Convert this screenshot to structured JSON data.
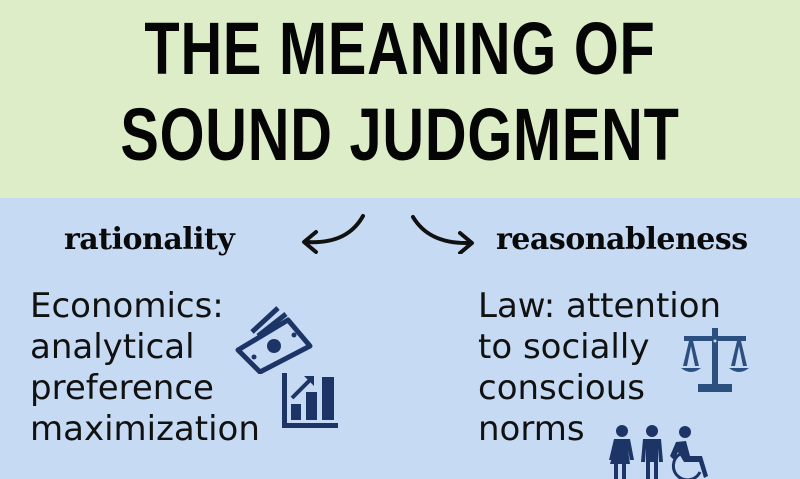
{
  "title": {
    "line1": "THE MEANING OF",
    "line2": "SOUND JUDGMENT"
  },
  "branches": {
    "left": {
      "term": "rationality",
      "description_lines": [
        "Economics:",
        "analytical",
        "preference",
        "maximization"
      ],
      "icons": [
        "money-bills-icon",
        "bar-chart-growth-icon"
      ]
    },
    "right": {
      "term": "reasonableness",
      "description_lines": [
        "Law: attention",
        "to socially",
        "conscious",
        "norms"
      ],
      "icons": [
        "scales-of-justice-icon",
        "people-diversity-icon"
      ]
    }
  },
  "colors": {
    "header_bg": "#dcedc8",
    "body_bg": "#c6dbf3",
    "icon_navy": "#1c3566",
    "icon_blue": "#2b4f7e",
    "text": "#111111"
  }
}
